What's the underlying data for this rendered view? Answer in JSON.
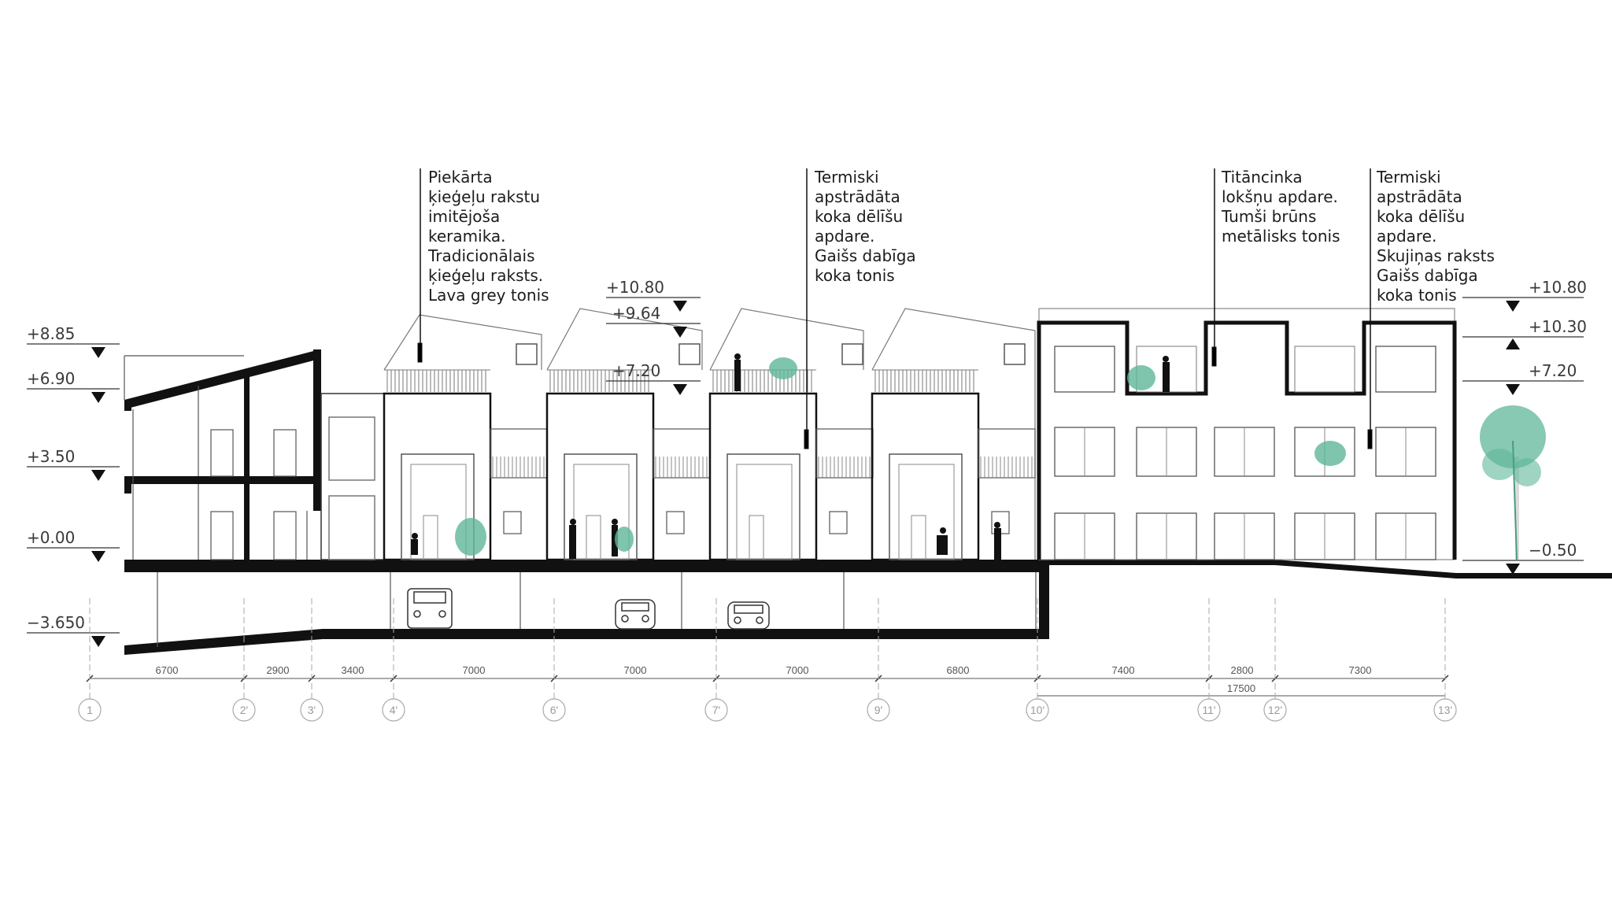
{
  "colors": {
    "wall_cut": "#111111",
    "outline": "#444444",
    "light_line": "#9a9a9a",
    "shadow": "#dcdcdc",
    "vegetation": "#5fb79a"
  },
  "levels_left": [
    "+8.85",
    "+6.90",
    "+3.50",
    "+0.00",
    "−3.650"
  ],
  "levels_mid": [
    "+10.80",
    "+9.64",
    "+7.20"
  ],
  "levels_right": [
    "+10.80",
    "+10.30",
    "+7.20",
    "−0.50"
  ],
  "annotations": [
    {
      "lines": [
        "Piekārta",
        "ķieģeļu rakstu",
        "imitējoša",
        "keramika.",
        "Tradicionālais",
        "ķieģeļu raksts.",
        "Lava grey tonis"
      ]
    },
    {
      "lines": [
        "Termiski",
        "apstrādāta",
        "koka dēlīšu",
        "apdare.",
        "Gaišs dabīga",
        "koka tonis"
      ]
    },
    {
      "lines": [
        "Titāncinka",
        "lokšņu apdare.",
        "Tumši brūns",
        "metālisks tonis"
      ]
    },
    {
      "lines": [
        "Termiski",
        "apstrādāta",
        "koka dēlīšu",
        "apdare.",
        "Skujiņas raksts",
        "Gaišs dabīga",
        "koka tonis"
      ]
    }
  ],
  "dimensions": [
    "6700",
    "2900",
    "3400",
    "7000",
    "7000",
    "7000",
    "6800",
    "7400",
    "2800",
    "7300"
  ],
  "dimension_total": "17500",
  "axes": [
    "1",
    "2'",
    "3'",
    "4'",
    "6'",
    "7'",
    "9'",
    "10'",
    "11'",
    "12'",
    "13'"
  ]
}
